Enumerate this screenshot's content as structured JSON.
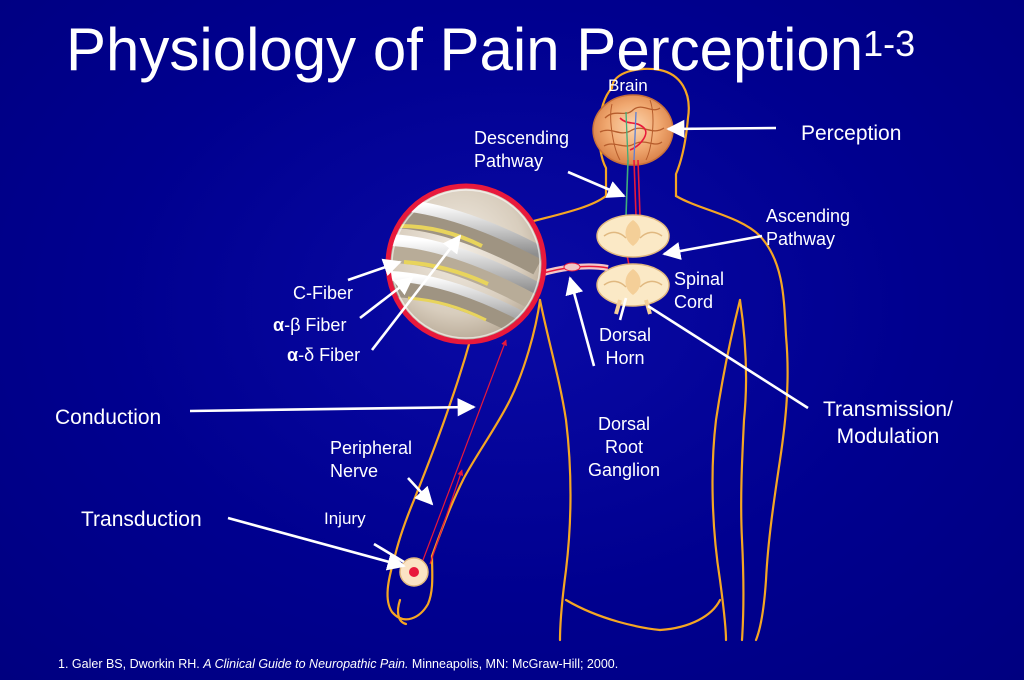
{
  "title": {
    "main": "Physiology of Pain Perception",
    "superscript": "1-3"
  },
  "labels": {
    "brain": "Brain",
    "perception": "Perception",
    "descending_pathway_line1": "Descending",
    "descending_pathway_line2": "Pathway",
    "ascending_pathway_line1": "Ascending",
    "ascending_pathway_line2": "Pathway",
    "spinal_cord_line1": "Spinal",
    "spinal_cord_line2": "Cord",
    "c_fiber": "C-Fiber",
    "alpha_beta_symbol": "α",
    "alpha_beta_rest": "-β Fiber",
    "alpha_delta_symbol": "α",
    "alpha_delta_rest": "-δ Fiber",
    "dorsal_horn_line1": "Dorsal",
    "dorsal_horn_line2": "Horn",
    "transmission_line1": "Transmission/",
    "transmission_line2": "Modulation",
    "conduction": "Conduction",
    "peripheral_nerve_line1": "Peripheral",
    "peripheral_nerve_line2": "Nerve",
    "drg_line1": "Dorsal",
    "drg_line2": "Root",
    "drg_line3": "Ganglion",
    "transduction": "Transduction",
    "injury": "Injury"
  },
  "references": [
    {
      "num": "1.",
      "authors": "Galer BS, Dworkin RH.",
      "title": "A Clinical Guide to Neuropathic Pain.",
      "publisher": "Minneapolis, MN: McGraw-Hill; 2000."
    }
  ],
  "colors": {
    "background": "#00008b",
    "body_outline": "#f5a623",
    "text": "#ffffff",
    "nerve": "#e8193c",
    "spinal_segment": "#fbe9c6"
  }
}
